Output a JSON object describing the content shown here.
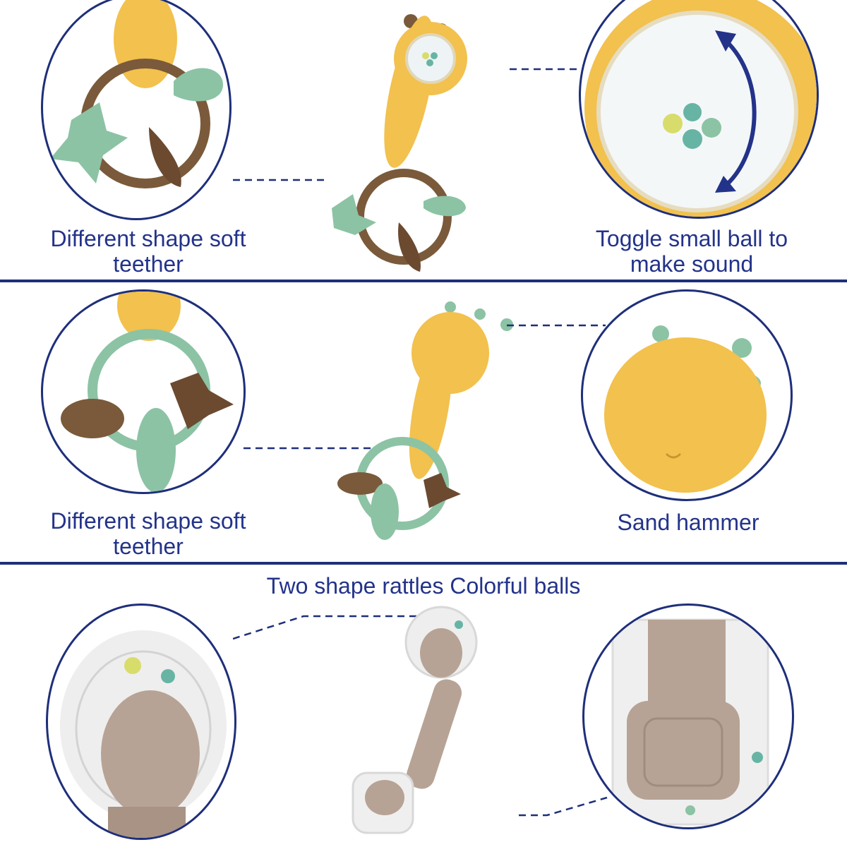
{
  "panels": {
    "row1": {
      "left_caption": "Different shape soft\nteether",
      "right_caption": "Toggle small ball to\nmake sound"
    },
    "row2": {
      "left_caption": "Different shape soft\nteether",
      "right_caption": "Sand hammer"
    },
    "row3": {
      "heading": "Two shape rattles Colorful balls"
    }
  },
  "colors": {
    "navy": "#1e2f7a",
    "text": "#23338a",
    "yellow": "#f2c14e",
    "brown": "#7a5a3a",
    "mint": "#8cc3a4",
    "taupe": "#b7a395"
  },
  "icons": [
    "rattle-giraffe-icon",
    "teether-ring-icon",
    "rattle-ball-icon",
    "dumbbell-rattle-icon"
  ]
}
